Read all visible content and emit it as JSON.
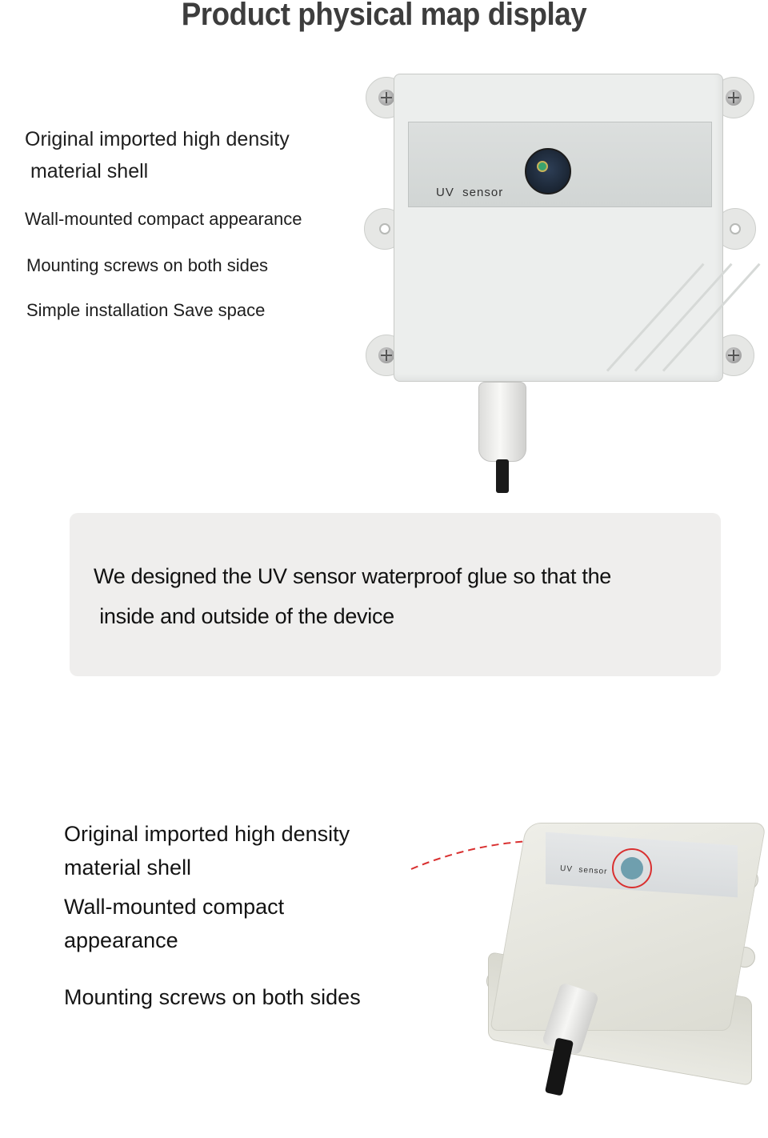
{
  "title": "Product physical map display",
  "top_section": {
    "features": [
      "Original imported high density\n material shell",
      "Wall-mounted compact appearance",
      "Mounting screws on both sides",
      "Simple installation Save space"
    ],
    "device_label": "UV  sensor"
  },
  "note": {
    "text": "We designed the UV sensor waterproof glue so that the\n inside and outside of the device"
  },
  "bottom_section": {
    "features": [
      "Original imported high density\nmaterial shell",
      "Wall-mounted compact\nappearance",
      "Mounting screws on both sides"
    ],
    "device_label": "UV  sensor",
    "highlight_color": "#d93030"
  }
}
